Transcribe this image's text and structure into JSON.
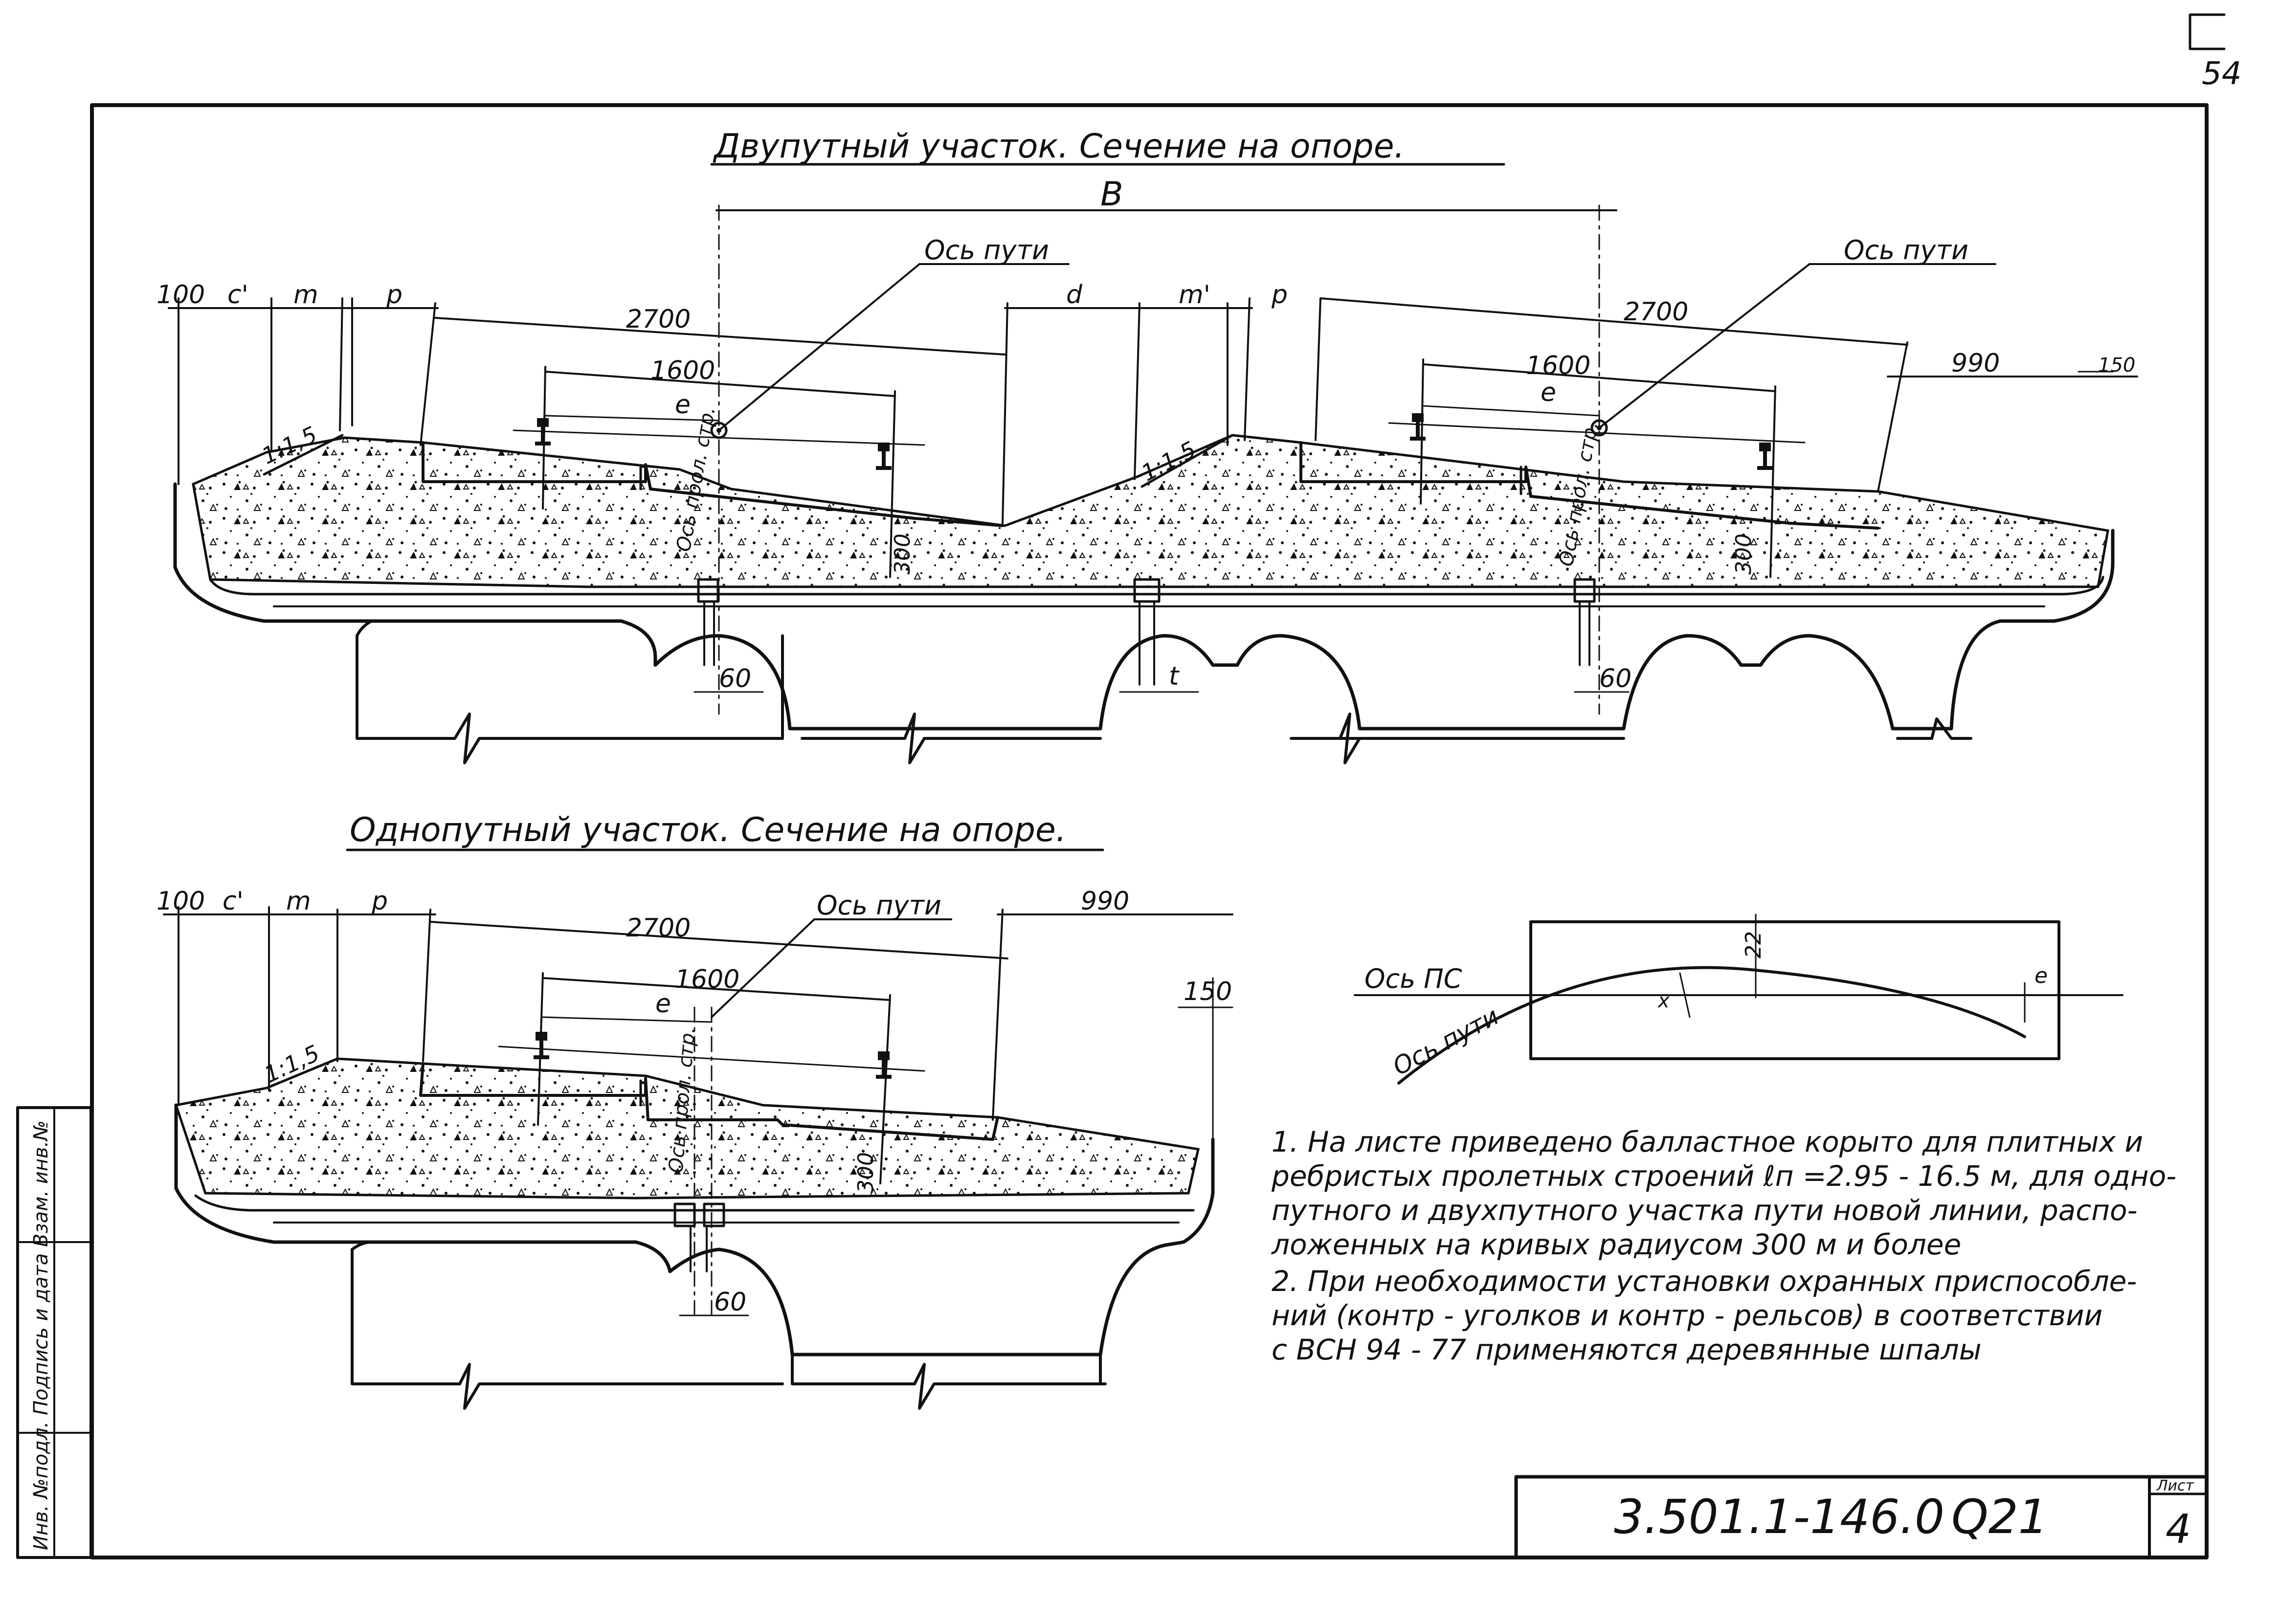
{
  "sheet": {
    "page_number": "54",
    "sheet_label": "Лист",
    "sheet_number": "4",
    "doc_code": "3.501.1-146.0",
    "issue": "Q21",
    "side_stamp": "Инв. №подл. Подпись и дата Взам. инв.№"
  },
  "double_track": {
    "title": "Двупутный участок.   Сечение на опоре.",
    "dims": {
      "B": "B",
      "d": "d",
      "m_prime": "m'",
      "p_left": "p",
      "p_right": "p",
      "a100": "100",
      "c_prime": "c'",
      "m": "m",
      "len2700_l": "2700",
      "len2700_r": "2700",
      "len1600_l": "1600",
      "len1600_r": "1600",
      "e_l": "e",
      "e_r": "e",
      "len990": "990",
      "len150": "150",
      "h300_l": "300",
      "h300_r": "300",
      "w60_l": "60",
      "w60_r": "60",
      "t": "t"
    },
    "axis_track_l": "Ось пути",
    "axis_track_r": "Ось пути",
    "slope_l": "1:1,5",
    "slope_r": "1:1,5",
    "axis_support_l": "Ось прол. стр.",
    "axis_support_r": "Ось прол. стр."
  },
  "single_track": {
    "title": "Однопутный участок.  Сечение на опоре.",
    "dims": {
      "a100": "100",
      "c_prime": "c'",
      "m": "m",
      "p": "p",
      "len2700": "2700",
      "len990": "990",
      "len1600": "1600",
      "e": "e",
      "len150": "150",
      "h300": "300",
      "w60": "60"
    },
    "axis_track": "Ось пути",
    "slope": "1:1,5",
    "axis_support": "Ось прол. стр."
  },
  "curve_detail": {
    "axis_ps": "Ось ПС",
    "axis_track": "Ось пути",
    "dim_22": "22",
    "dim_e": "e",
    "dim_x": "x"
  },
  "notes": [
    "1. На листе приведено балластное корыто для плитных и",
    "ребристых пролетных строений ℓп =2.95 - 16.5 м, для одно-",
    "путного и двухпутного участка пути новой линии, распо-",
    "ложенных на кривых радиусом 300 м и более",
    "2. При необходимости установки охранных приспособле-",
    "ний (контр - уголков и контр - рельсов) в соответствии",
    "с ВСН 94 - 77 применяются деревянные шпалы"
  ]
}
